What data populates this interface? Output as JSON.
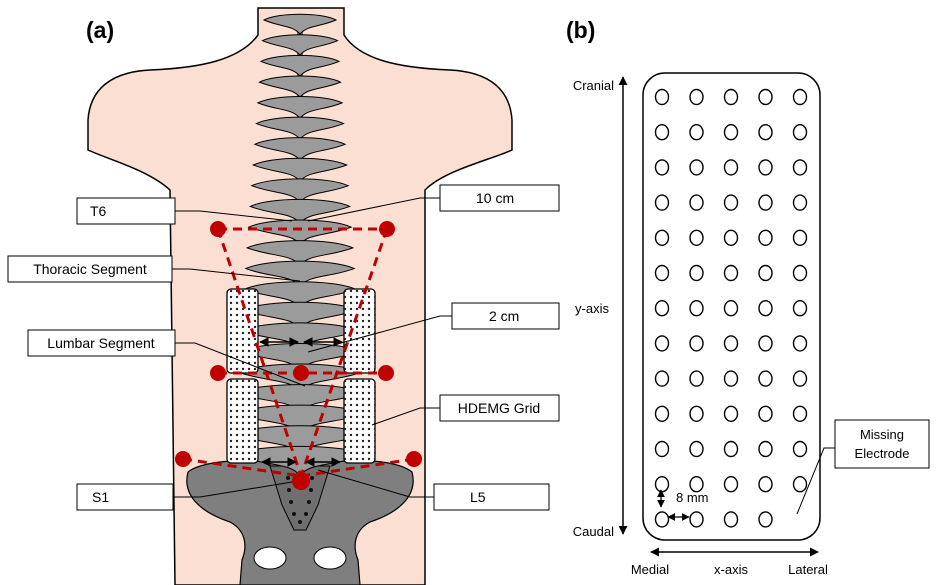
{
  "panel_a": {
    "label": "(a)",
    "callouts": {
      "t6": "T6",
      "thoracic": "Thoracic Segment",
      "lumbar": "Lumbar Segment",
      "s1": "S1",
      "ten_cm": "10 cm",
      "two_cm": "2 cm",
      "hdemg": "HDEMG Grid",
      "l5": "L5"
    },
    "colors": {
      "skin": "#fbdfd2",
      "bone": "#7f7f7f",
      "vertebra": "#9b9b9b",
      "marker": "#c00000",
      "grid_fill": "#ffffff"
    }
  },
  "panel_b": {
    "label": "(b)",
    "axes": {
      "cranial": "Cranial",
      "caudal": "Caudal",
      "y_axis": "y-axis",
      "medial": "Medial",
      "x_axis": "x-axis",
      "lateral": "Lateral"
    },
    "spacing_label": "8 mm",
    "missing_label_line1": "Missing",
    "missing_label_line2": "Electrode",
    "grid": {
      "rows": 13,
      "cols": 5,
      "missing": "bottom-right"
    }
  }
}
